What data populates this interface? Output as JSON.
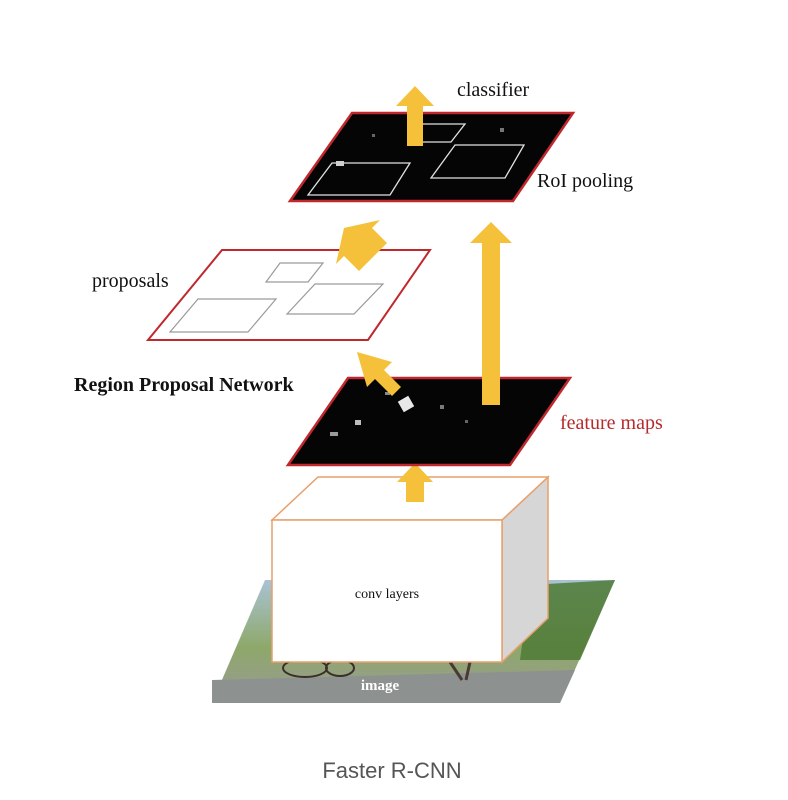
{
  "diagram": {
    "labels": {
      "classifier": "classifier",
      "roi_pooling": "RoI pooling",
      "proposals": "proposals",
      "rpn": "Region Proposal Network",
      "feature_maps": "feature maps",
      "conv_layers": "conv layers",
      "image": "image"
    },
    "caption": "Faster R-CNN"
  },
  "colors": {
    "arrow": "#f5c13a",
    "plane_border": "#c0282d",
    "feature_map_fill": "#050505",
    "conv_border": "#e8a06a",
    "conv_side": "#d6d6d6",
    "feature_label": "#b52a2a",
    "caption": "#555555"
  }
}
